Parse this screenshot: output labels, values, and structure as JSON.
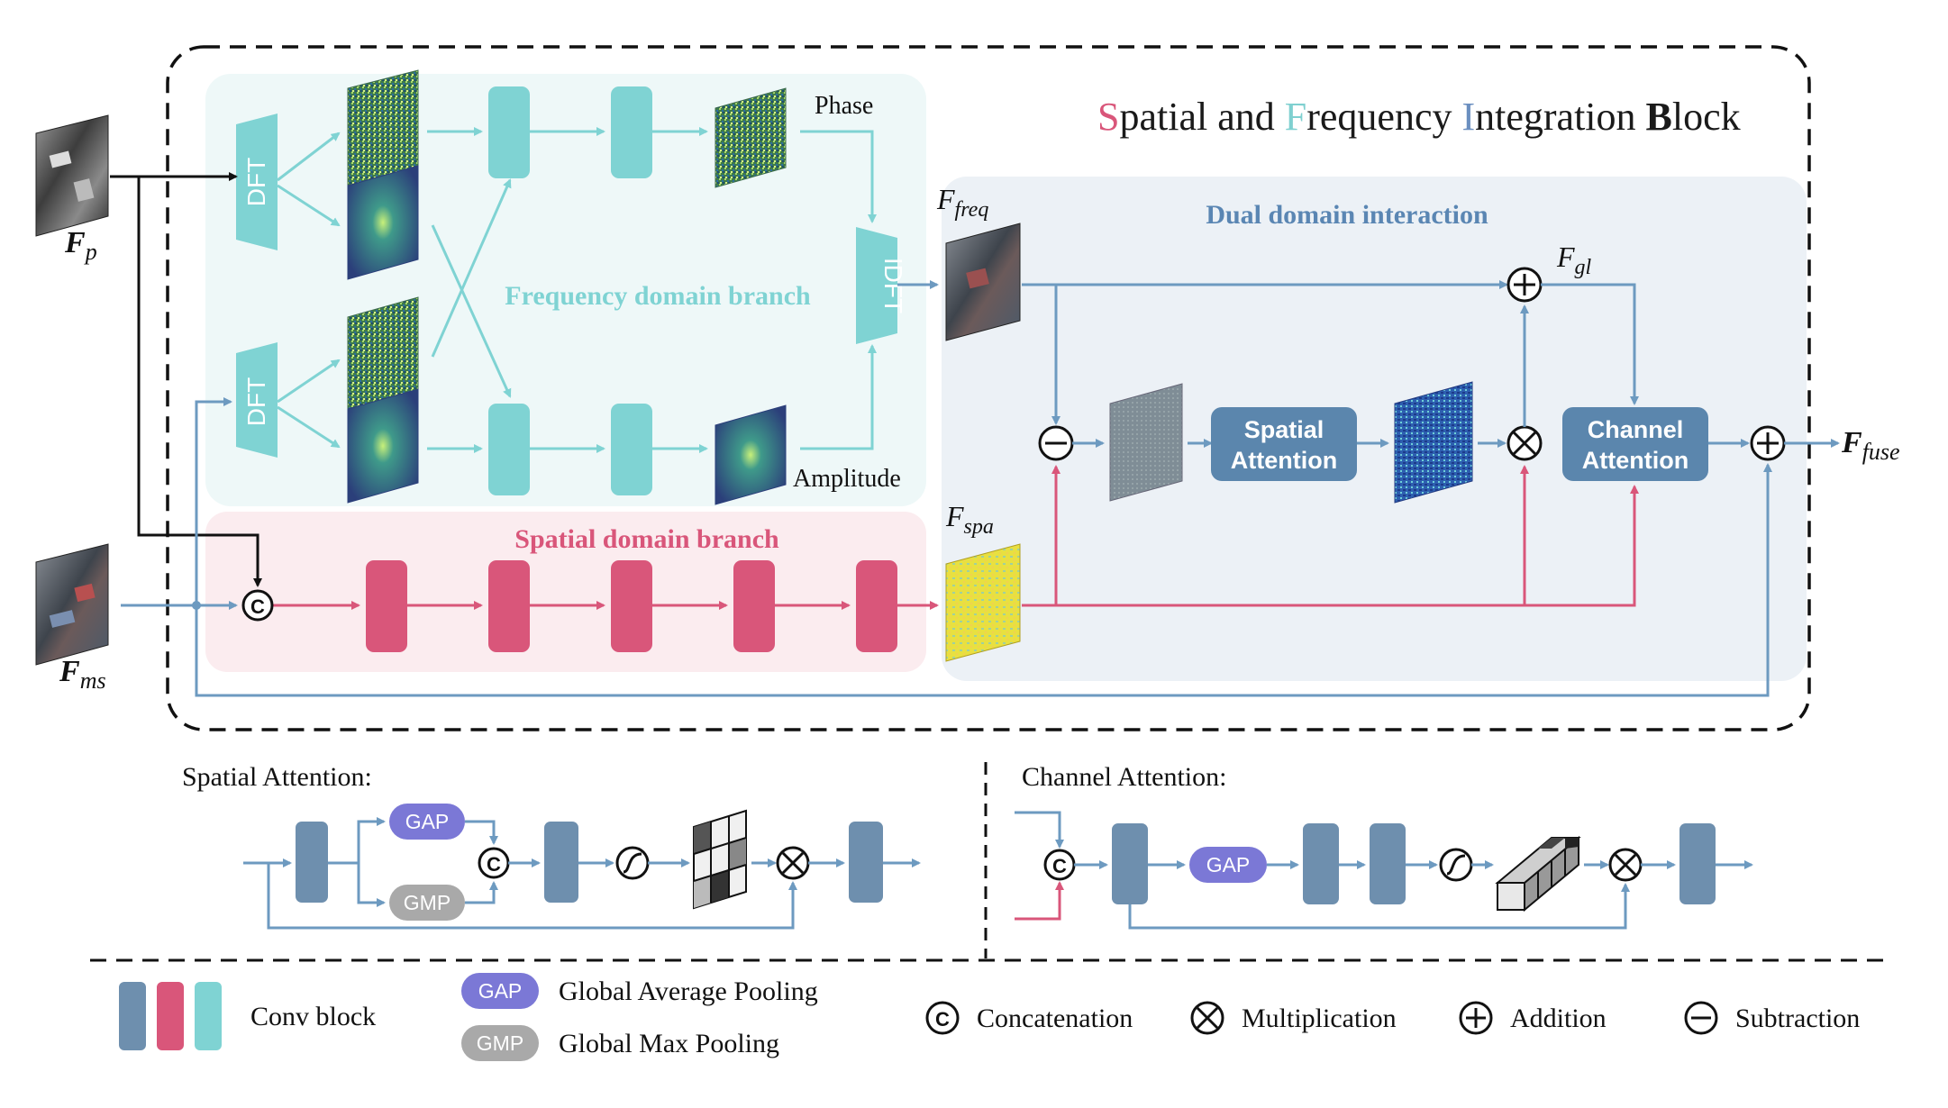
{
  "title": {
    "letters": [
      "S",
      "F",
      "I",
      "B"
    ],
    "rests": [
      "patial and ",
      "requency ",
      "ntegration ",
      "lock"
    ],
    "colors": [
      "#d9567a",
      "#7fd0d0",
      "#6b8fc0",
      "#1a1a1a"
    ]
  },
  "regions": {
    "frequency_branch": "Frequency domain branch",
    "spatial_branch": "Spatial domain branch",
    "dual_domain": "Dual domain interaction"
  },
  "inputs": {
    "fp_main": "F",
    "fp_sub": "p",
    "fms_main": "F",
    "fms_sub": "ms"
  },
  "features": {
    "ffreq_main": "F",
    "ffreq_sub": "freq",
    "fspa_main": "F",
    "fspa_sub": "spa",
    "fgl_main": "F",
    "fgl_sub": "gl",
    "ffuse_main": "F",
    "ffuse_sub": "fuse"
  },
  "labels": {
    "phase": "Phase",
    "amplitude": "Amplitude",
    "dft": "DFT",
    "idft": "IDFT"
  },
  "blocks": {
    "spatial_attention_l1": "Spatial",
    "spatial_attention_l2": "Attention",
    "channel_attention_l1": "Channel",
    "channel_attention_l2": "Attention"
  },
  "detail": {
    "spatial_title": "Spatial Attention:",
    "channel_title": "Channel Attention:",
    "gap": "GAP",
    "gmp": "GMP"
  },
  "symbols": {
    "concat": "C"
  },
  "legend": {
    "conv_block": "Conv block",
    "gap_badge": "GAP",
    "gap_text": "Global Average Pooling",
    "gmp_badge": "GMP",
    "gmp_text": "Global Max Pooling",
    "concat": "Concatenation",
    "multiplication": "Multiplication",
    "addition": "Addition",
    "subtraction": "Subtraction"
  },
  "colors": {
    "teal": "#7fd3d3",
    "pink": "#d9567a",
    "steel": "#6e8fae",
    "arrow_blue": "#6d9ac0",
    "gap": "#7b78d6",
    "gmp": "#a9a9a9",
    "freq_bg": "#eef8f8",
    "spa_bg": "#fbecef",
    "dual_bg": "#ecf1f6",
    "title_blue": "#5a86b3"
  }
}
